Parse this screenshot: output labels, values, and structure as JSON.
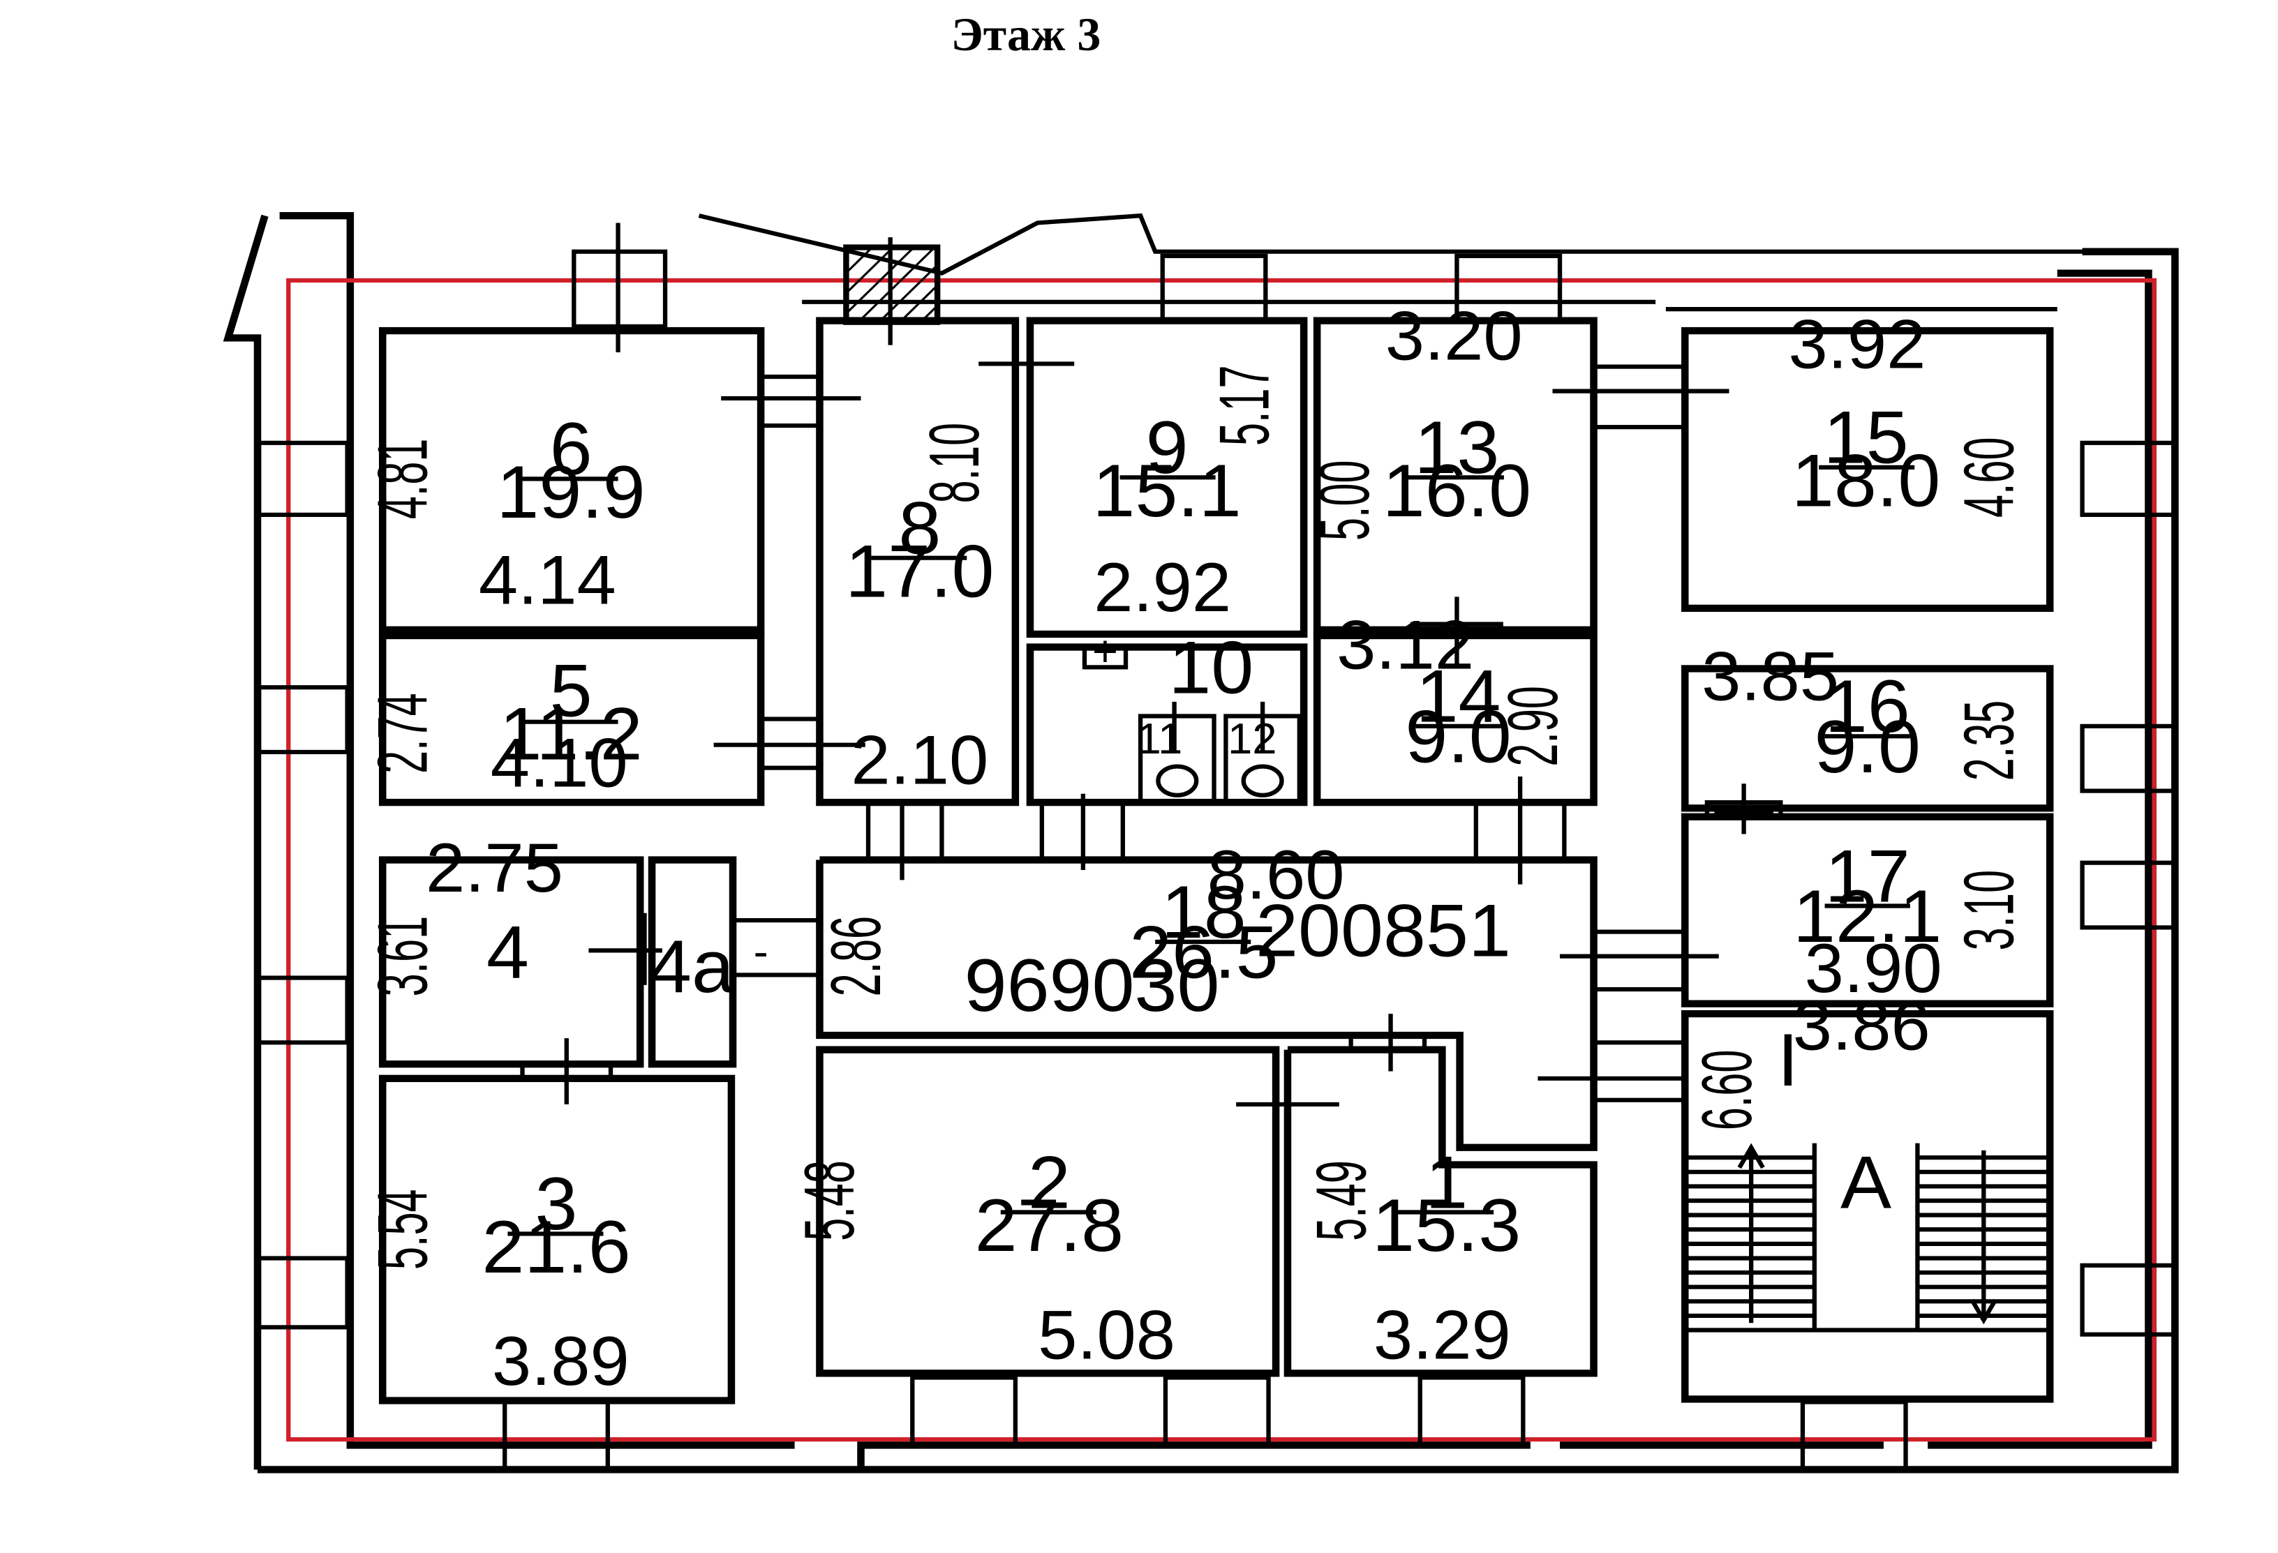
{
  "title": "Этаж 3",
  "colors": {
    "walls": "#000000",
    "boundary": "#d0202a",
    "hatch": "#000000",
    "background": "#ffffff"
  },
  "rooms": [
    {
      "id": "r6",
      "number": "6",
      "area": "19.9",
      "dims": [
        "4.81",
        "4.14"
      ]
    },
    {
      "id": "r5",
      "number": "5",
      "area": "11.2",
      "dims": [
        "2.74",
        "4.10"
      ]
    },
    {
      "id": "r8",
      "number": "8",
      "area": "17.0",
      "dims": [
        "8.10",
        "2.10"
      ]
    },
    {
      "id": "r9",
      "number": "9",
      "area": "15.1",
      "dims": [
        "5.17",
        "2.92"
      ]
    },
    {
      "id": "r13",
      "number": "13",
      "area": "16.0",
      "dims": [
        "3.20",
        "5.00"
      ]
    },
    {
      "id": "r15",
      "number": "15",
      "area": "18.0",
      "dims": [
        "3.92",
        "4.60"
      ]
    },
    {
      "id": "r10",
      "number": "10",
      "area": "",
      "dims": []
    },
    {
      "id": "r14",
      "number": "14",
      "area": "9.0",
      "dims": [
        "3.12",
        "2.90"
      ]
    },
    {
      "id": "r16",
      "number": "16",
      "area": "9.0",
      "dims": [
        "3.85",
        "2.35"
      ]
    },
    {
      "id": "r17",
      "number": "17",
      "area": "12.1",
      "dims": [
        "3.10",
        "3.90"
      ]
    },
    {
      "id": "r4",
      "number": "4",
      "area": "",
      "dims": [
        "2.75",
        "3.61"
      ]
    },
    {
      "id": "r4a",
      "number": "4а",
      "area": "",
      "dims": []
    },
    {
      "id": "r18",
      "number": "18",
      "area": "26.5",
      "dims": [
        "8.60",
        "2.86"
      ]
    },
    {
      "id": "r3",
      "number": "3",
      "area": "21.6",
      "dims": [
        "5.54",
        "3.89"
      ]
    },
    {
      "id": "r2",
      "number": "2",
      "area": "27.8",
      "dims": [
        "5.48",
        "5.08"
      ]
    },
    {
      "id": "r1",
      "number": "1",
      "area": "15.3",
      "dims": [
        "5.49",
        "3.29"
      ]
    },
    {
      "id": "rI",
      "number": "I",
      "area": "",
      "dims": [
        "3.86",
        "6.60"
      ]
    }
  ],
  "wc_labels": [
    "11",
    "12"
  ],
  "stair_label": "А",
  "codes": [
    "200851",
    "969030"
  ],
  "minus_sign": "-",
  "plus_sign": "+"
}
